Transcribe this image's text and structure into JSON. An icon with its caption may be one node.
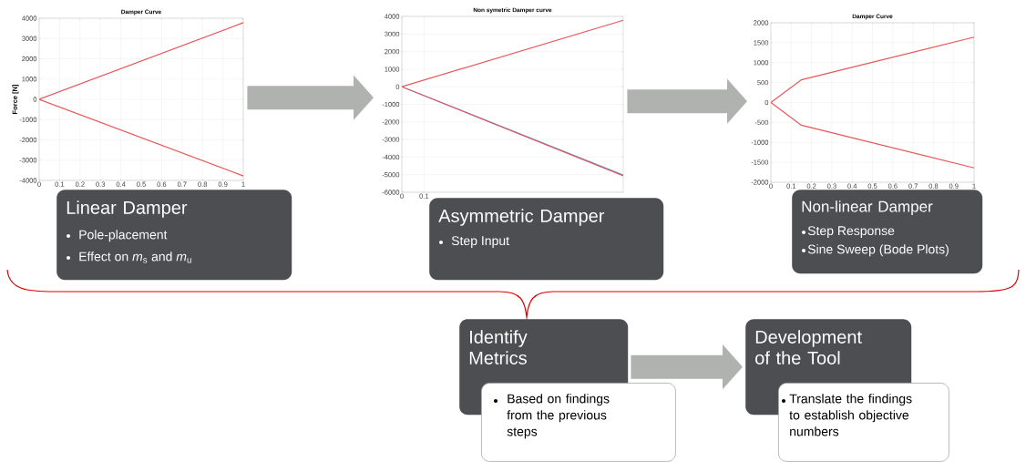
{
  "diagram": {
    "nodes": [
      {
        "text": [],
        "shape": "chart"
      },
      {
        "text": [],
        "shape": "chart"
      },
      {
        "text": [],
        "shape": "chart"
      },
      {
        "text": [
          "Linear Damper",
          "Pole-placement",
          "Effect on *m*$_{s}$ and *m*$_{u}$"
        ]
      },
      {
        "text": [
          "Asymmetric Damper",
          "Step Input"
        ]
      },
      {
        "text": [
          "Non-linear Damper",
          "Step Response",
          "Sine Sweep (Bode Plots)"
        ]
      },
      {
        "text": [
          "Identify Metrics"
        ]
      },
      {
        "text": [
          "Based on findings from the previous steps"
        ]
      },
      {
        "text": [
          "Development of the Tool"
        ]
      },
      {
        "text": [
          "Translate the findings to establish objective numbers"
        ]
      }
    ],
    "edges": [
      {
        "from": 0,
        "to": 1,
        "arrow": "to"
      },
      {
        "from": 1,
        "to": 2,
        "arrow": "to"
      },
      {
        "from": 6,
        "to": 8,
        "arrow": "to"
      }
    ],
    "chart_data": [
      {
        "type": "line",
        "grid": true,
        "title": "Damper Curve",
        "ylabel": "Force [N]",
        "x": [
          0,
          1
        ],
        "xlim": [
          0,
          1
        ],
        "ylim": [
          -4000,
          4000
        ],
        "xticks": [
          0,
          0.1,
          0.2,
          0.3,
          0.4,
          0.5,
          0.6,
          0.7,
          0.8,
          0.9,
          1
        ],
        "yticks": [
          -4000,
          -3000,
          -2000,
          -1000,
          0,
          1000,
          2000,
          3000,
          4000
        ],
        "series": [
          {
            "color": "#e8575a",
            "values": [
              0,
              3780
            ]
          },
          {
            "color": "#e8575a",
            "values": [
              0,
              -3780
            ]
          }
        ]
      },
      {
        "type": "line",
        "grid": true,
        "title": "Non symetric Damper curve",
        "x": [
          0,
          1
        ],
        "xlim": [
          0,
          1
        ],
        "ylim": [
          -6000,
          4000
        ],
        "xticks": [
          0,
          0.1
        ],
        "yticks": [
          -6000,
          -5000,
          -4000,
          -3000,
          -2000,
          -1000,
          0,
          1000,
          2000,
          3000,
          4000
        ],
        "series": [
          {
            "color": "#3fa9f5",
            "values": [
              0,
              -5020
            ]
          },
          {
            "color": "#e8575a",
            "values": [
              0,
              3780
            ]
          },
          {
            "color": "#e8575a",
            "values": [
              0,
              -5060
            ]
          }
        ]
      },
      {
        "type": "line",
        "grid": true,
        "title": "Damper Curve",
        "x": [
          0,
          0.15,
          1
        ],
        "xlim": [
          0,
          1
        ],
        "ylim": [
          -2000,
          2000
        ],
        "xticks": [
          0,
          0.1,
          0.2,
          0.3,
          0.4,
          0.5,
          0.6,
          0.7,
          0.8,
          0.9,
          1
        ],
        "yticks": [
          -2000,
          -1500,
          -1000,
          -500,
          0,
          500,
          1000,
          1500,
          2000
        ],
        "series": [
          {
            "color": "#e8575a",
            "values": [
              0,
              570,
              1640
            ]
          },
          {
            "color": "#e8575a",
            "values": [
              0,
              -570,
              -1640
            ]
          }
        ]
      }
    ]
  }
}
